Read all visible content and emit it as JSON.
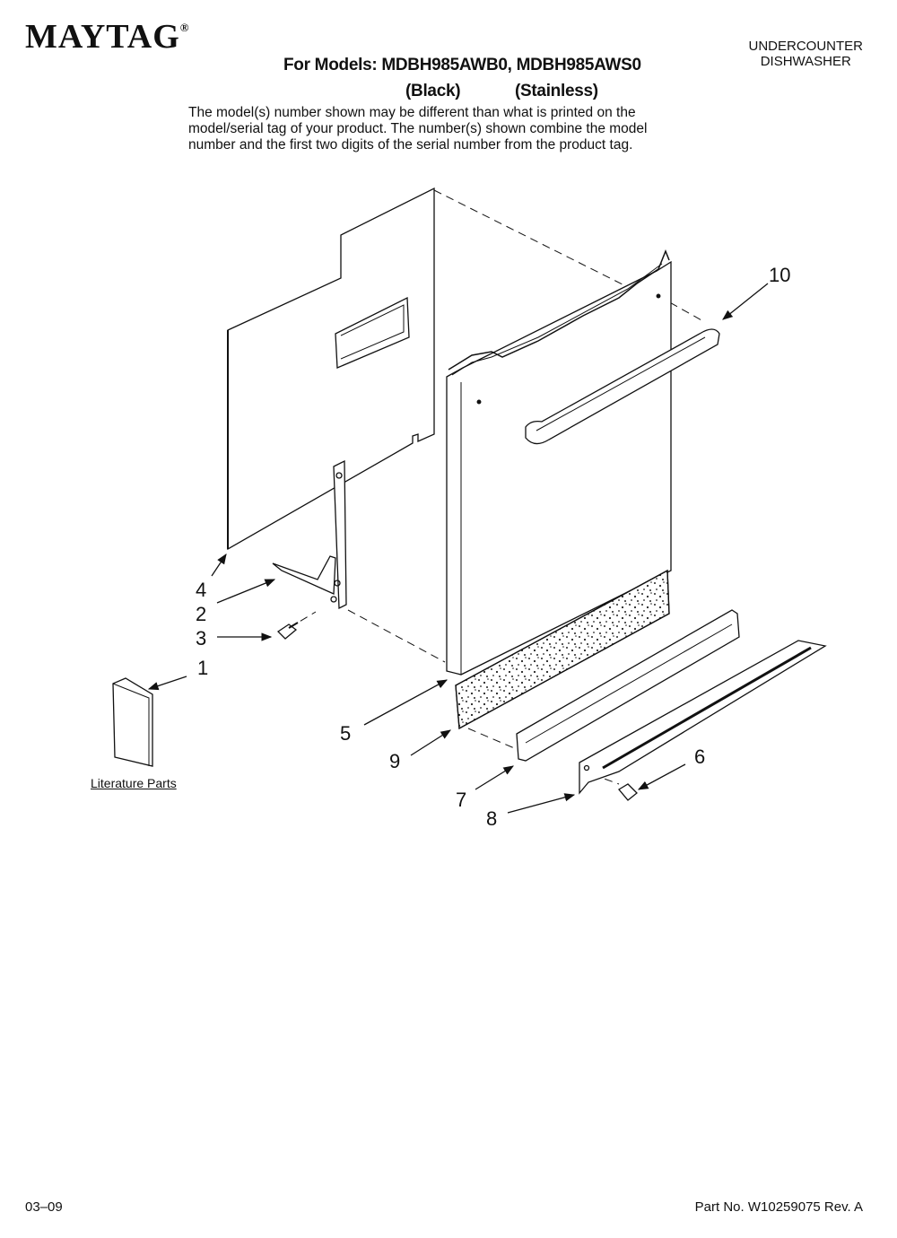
{
  "header": {
    "brand": "MAYTAG",
    "brand_mark": "®",
    "doc_type_line1": "UNDERCOUNTER",
    "doc_type_line2": "DISHWASHER",
    "models_line": "For Models: MDBH985AWB0, MDBH985AWS0",
    "variant_black": "(Black)",
    "variant_stainless": "(Stainless)"
  },
  "note": {
    "line1": "The model(s) number shown may be different than what is printed on the",
    "line2": "model/serial tag of your product. The number(s) shown combine the model",
    "line3": "number and the first two digits of the serial number from the product tag."
  },
  "callouts": {
    "c1": "1",
    "c2": "2",
    "c3": "3",
    "c4": "4",
    "c5": "5",
    "c6": "6",
    "c7": "7",
    "c8": "8",
    "c9": "9",
    "c10": "10"
  },
  "literature_label": "Literature Parts",
  "footer": {
    "date": "03–09",
    "part_number": "Part No. W10259075 Rev. A"
  }
}
